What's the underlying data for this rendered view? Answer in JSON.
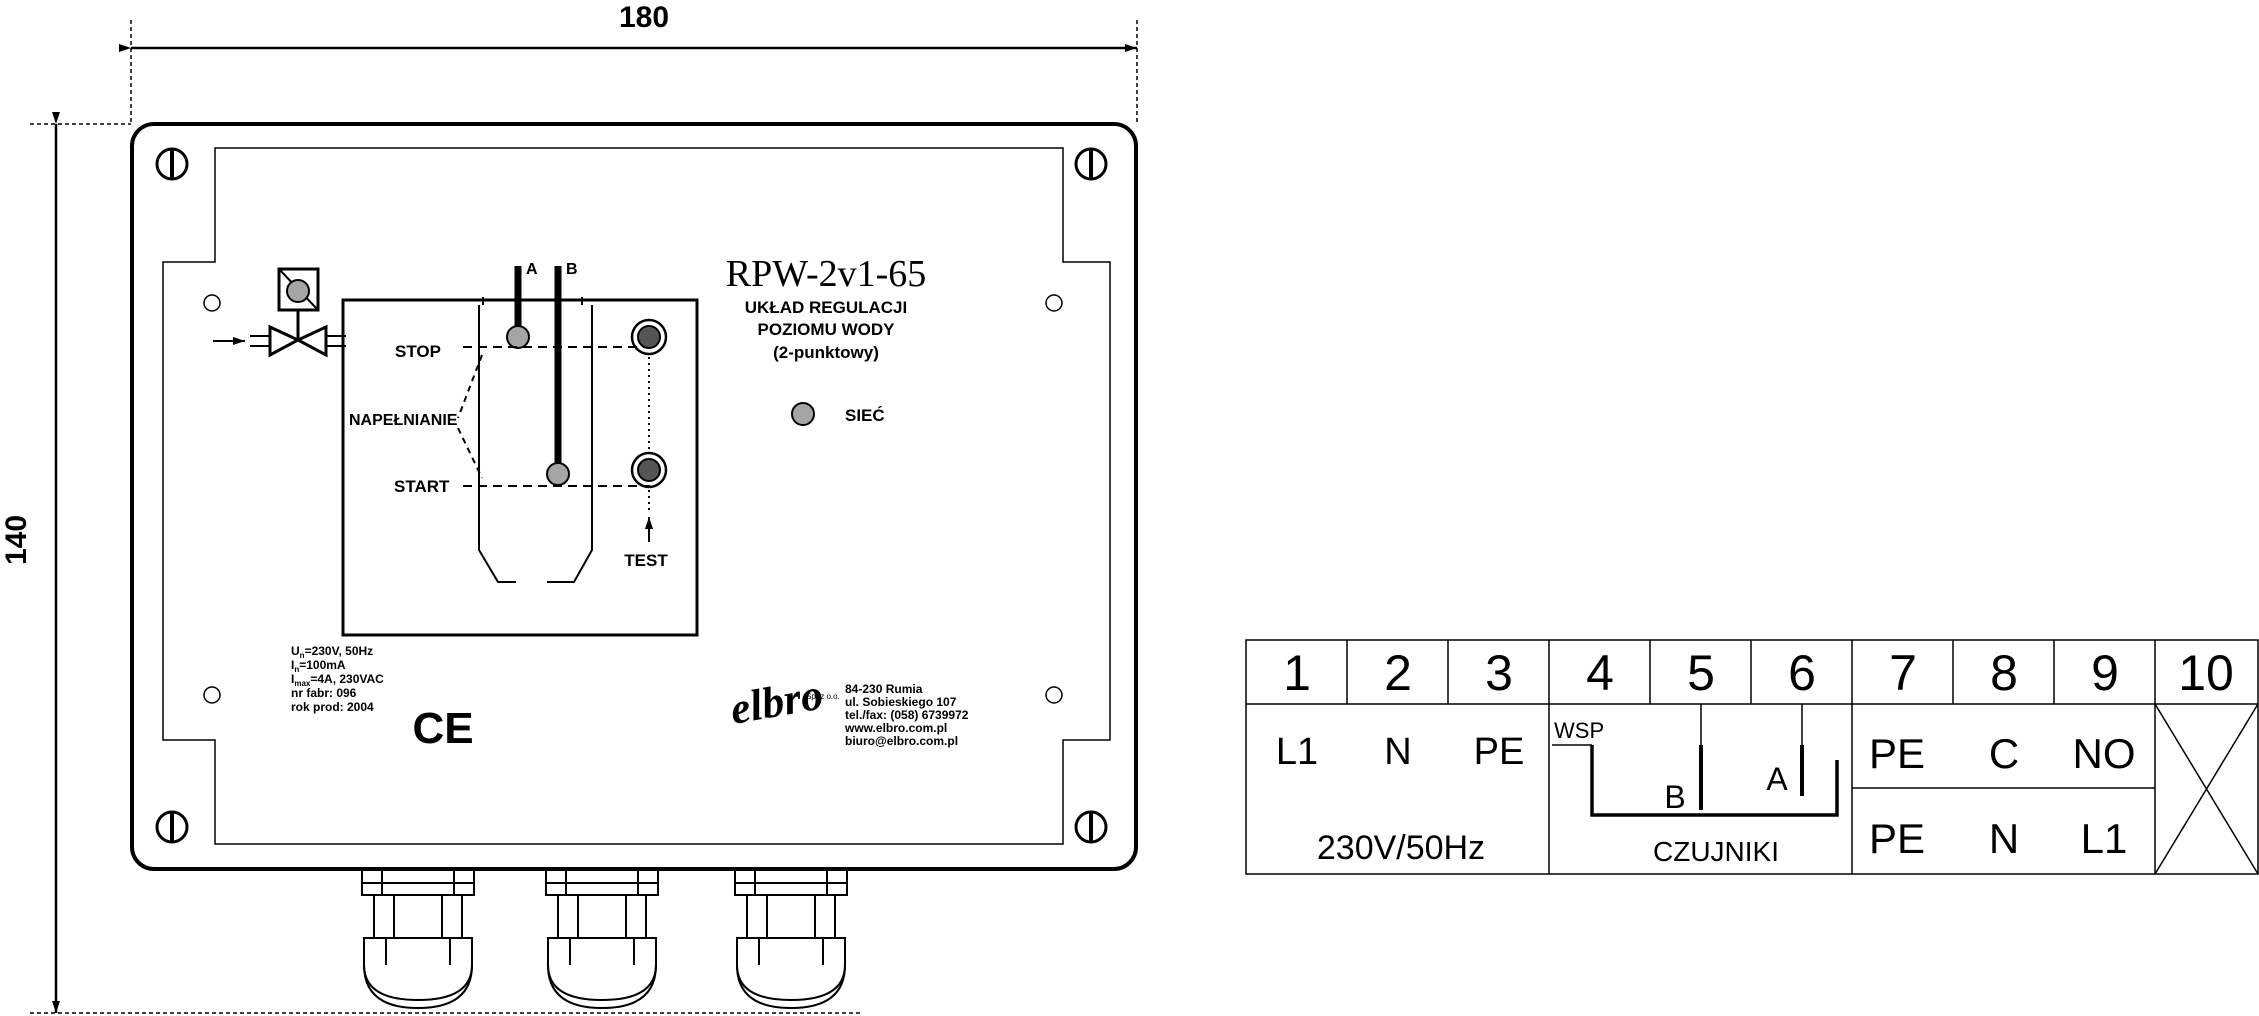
{
  "dimensions": {
    "width_label": "180",
    "height_label": "140"
  },
  "panel": {
    "model": "RPW-2v1-65",
    "subtitle_lines": [
      "UKŁAD REGULACJI",
      "POZIOMU WODY",
      "(2-punktowy)"
    ],
    "labels": {
      "stop": "STOP",
      "fill": "NAPEŁNIANIE",
      "start": "START",
      "test": "TEST",
      "network": "SIEĆ",
      "electrode_a": "A",
      "electrode_b": "B"
    },
    "specs": {
      "un_main": "U",
      "un_sub": "n",
      "un_rest": "=230V, 50Hz",
      "in_main": "I",
      "in_sub": "n",
      "in_rest": "=100mA",
      "imax_main": "I",
      "imax_sub": "max",
      "imax_rest": "=4A, 230VAC",
      "serial": "nr fabr: 096",
      "year": "rok prod: 2004"
    },
    "ce_mark": "CE",
    "manufacturer": {
      "logo": "elbro",
      "logo_suffix": "Sp. z o.o.",
      "address_lines": [
        "84-230 Rumia",
        "ul. Sobieskiego 107",
        "tel./fax: (058) 6739972",
        "www.elbro.com.pl",
        "biuro@elbro.com.pl"
      ]
    }
  },
  "terminal_block": {
    "numbers": [
      "1",
      "2",
      "3",
      "4",
      "5",
      "6",
      "7",
      "8",
      "9",
      "10"
    ],
    "power": {
      "pins": [
        "L1",
        "N",
        "PE"
      ],
      "label": "230V/50Hz"
    },
    "sensors": {
      "common": "WSP",
      "b": "B",
      "a": "A",
      "label": "CZUJNIKI"
    },
    "relay": {
      "top": [
        "PE",
        "C",
        "NO"
      ],
      "bottom": [
        "PE",
        "N",
        "L1"
      ]
    }
  }
}
